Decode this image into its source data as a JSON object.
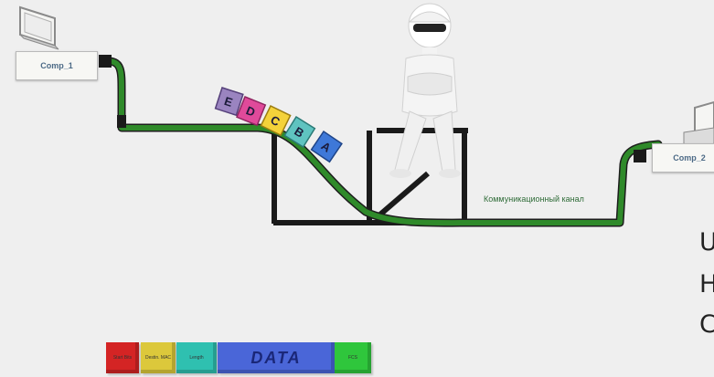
{
  "computers": {
    "comp1": "Comp_1",
    "comp2": "Comp_2"
  },
  "cable_label": "Коммуникационный канал",
  "packet_blocks": [
    "E",
    "D",
    "C",
    "B",
    "A"
  ],
  "colors": {
    "cable": "#2f8a2a",
    "frame": "#1a1a1a",
    "block_E": "#9a84c0",
    "block_D": "#e04a9a",
    "block_C": "#f4d23a",
    "block_B": "#5fc3c0",
    "block_A": "#3e78d8"
  },
  "frame_segments": {
    "start": "Start Bits",
    "dest": "Destin. MAC",
    "length": "Length",
    "data": "DATA",
    "fcs": "FCS"
  },
  "side_text": [
    "U",
    "H",
    "C"
  ]
}
